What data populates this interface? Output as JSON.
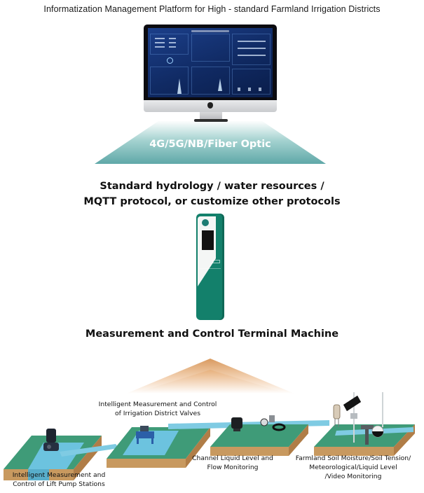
{
  "title": "Informatization Management Platform for High - standard Farmland Irrigation Districts",
  "platform": {
    "device": "desktop-monitor",
    "screen": "blue dashboard (monitoring platform)"
  },
  "transmission": {
    "label": "4G/5G/NB/Fiber Optic",
    "color": "#5fa8a8"
  },
  "protocol": {
    "line1": "Standard hydrology / water resources /",
    "line2": "MQTT protocol, or customize other protocols"
  },
  "terminal": {
    "label": "Measurement and Control Terminal Machine",
    "color": "#13806b"
  },
  "uplink_arrow_color": "#d99a5f",
  "field_nodes": [
    {
      "id": "valves",
      "line1": "Intelligent Measurement and Control",
      "line2": "of Irrigation District Valves"
    },
    {
      "id": "pump",
      "line1": "Intelligent Measurement and",
      "line2": "Control of Lift Pump Stations"
    },
    {
      "id": "channel",
      "line1": "Channel Liquid Level and",
      "line2": "Flow Monitoring"
    },
    {
      "id": "soil",
      "line1": "Farmland Soil Moisture/Soil Tension/",
      "line2": "Meteorological/Liquid Level",
      "line3": "/Video Monitoring"
    }
  ],
  "colors": {
    "grass": "#3f9b78",
    "water": "#6cc3df",
    "soil": "#c8995f"
  }
}
